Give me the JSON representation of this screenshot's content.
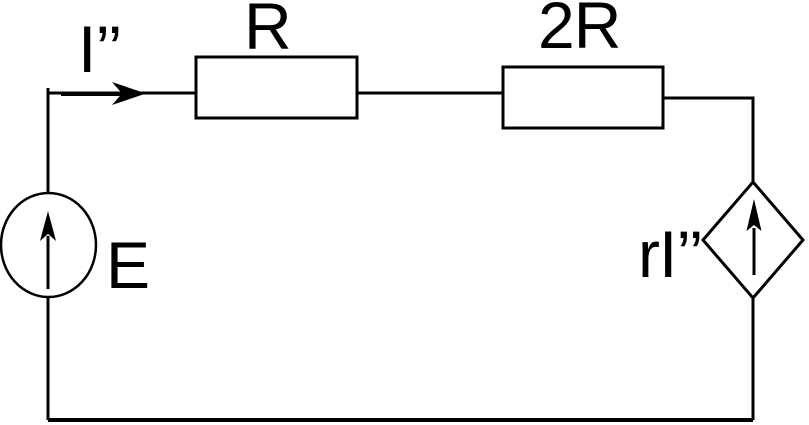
{
  "colors": {
    "background": "#ffffff",
    "line": "#000000",
    "text": "#000000"
  },
  "circuit": {
    "title": "series-circuit-with-dependent-source",
    "labels": {
      "branch_current": "I’’",
      "resistor_left": "R",
      "resistor_right": "2R",
      "source_left": "E",
      "dependent_source_right": "rI’’"
    },
    "components": [
      {
        "name": "independent-source-E",
        "symbol": "circle-with-up-arrow",
        "label": "E"
      },
      {
        "name": "branch-current-arrow",
        "symbol": "right-arrow-on-wire",
        "label": "I’’"
      },
      {
        "name": "resistor-R",
        "symbol": "rectangle-box",
        "label": "R"
      },
      {
        "name": "resistor-2R",
        "symbol": "rectangle-box",
        "label": "2R"
      },
      {
        "name": "dependent-source-rI",
        "symbol": "diamond-with-up-arrow",
        "label": "rI’’"
      }
    ]
  }
}
